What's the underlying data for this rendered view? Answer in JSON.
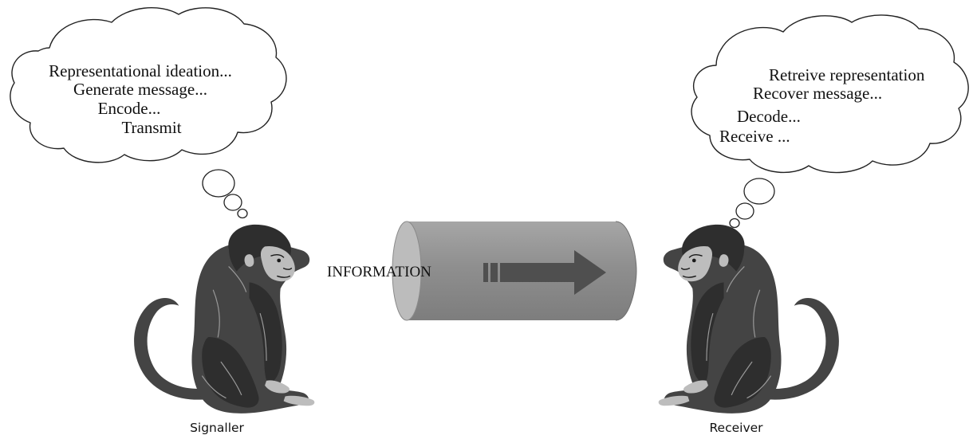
{
  "signaller": {
    "label": "Signaller",
    "thoughts": [
      "Representational ideation...",
      "Generate message...",
      "Encode...",
      "Transmit"
    ]
  },
  "receiver": {
    "label": "Receiver",
    "thoughts": [
      "Retreive representation",
      "Recover message...",
      "Decode...",
      "Receive ..."
    ]
  },
  "channel": {
    "label": "INFORMATION"
  },
  "colors": {
    "cylinder_body": "#8e8e8e",
    "cylinder_face": "#bcbcbc",
    "arrow": "#4f4f4f",
    "monkey": "#444444"
  },
  "icons": {
    "signaller_figure": "monkey-icon",
    "receiver_figure": "monkey-icon",
    "channel_arrow": "arrow-right-icon"
  }
}
